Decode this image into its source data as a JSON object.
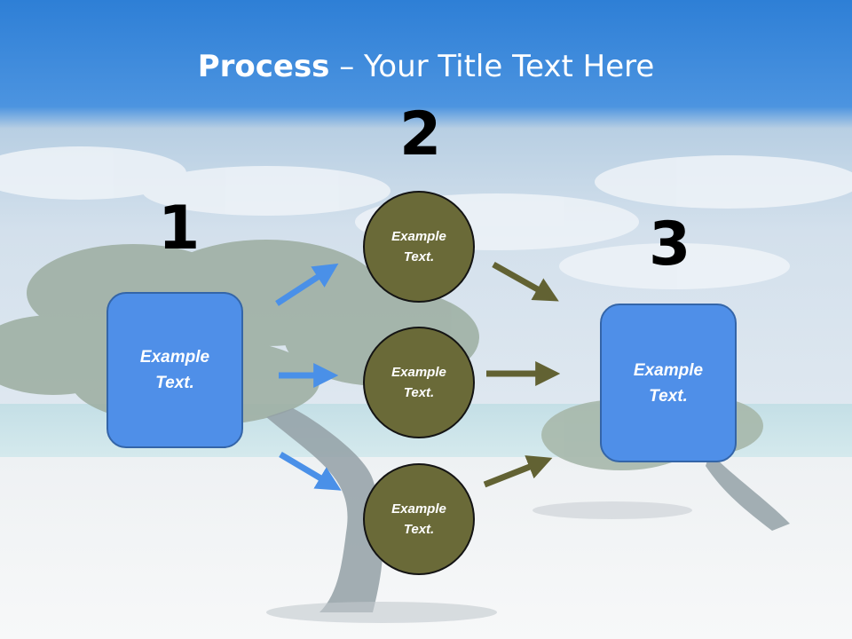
{
  "title": {
    "bold": "Process",
    "rest": " – Your Title Text Here"
  },
  "steps": [
    {
      "number": "1"
    },
    {
      "number": "2"
    },
    {
      "number": "3"
    }
  ],
  "nodes": {
    "left_box": {
      "line1": "Example",
      "line2": "Text."
    },
    "circle_top": {
      "line1": "Example",
      "line2": "Text."
    },
    "circle_mid": {
      "line1": "Example",
      "line2": "Text."
    },
    "circle_bot": {
      "line1": "Example",
      "line2": "Text."
    },
    "right_box": {
      "line1": "Example",
      "line2": "Text."
    }
  },
  "colors": {
    "box_fill": "#4f8fe8",
    "circle_fill": "#6a6a38",
    "blue_arrow": "#4a90e8",
    "olive_arrow": "#626233",
    "title_band": "#2e7fd6"
  }
}
